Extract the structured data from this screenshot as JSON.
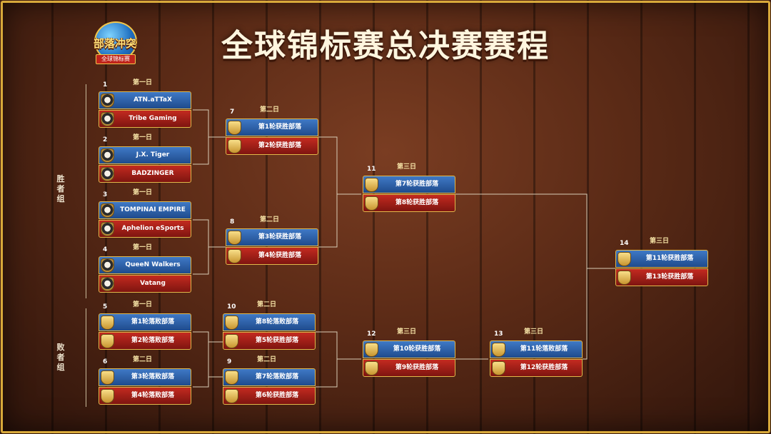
{
  "title": "全球锦标赛总决赛赛程",
  "logo": {
    "main": "部落冲突",
    "ribbon": "全球锦标赛"
  },
  "sides": {
    "winners": "胜者组",
    "losers": "败者组"
  },
  "colors": {
    "frame": "#d8a93a",
    "team_top": "#2d62aa",
    "team_bottom": "#a21f17"
  },
  "matches": [
    {
      "num": "1",
      "day": "第一日",
      "top": "ATN.aTTaX",
      "bottom": "Tribe Gaming",
      "top_icon": "team-logo-icon",
      "bottom_icon": "team-logo-icon"
    },
    {
      "num": "2",
      "day": "第一日",
      "top": "J.X. Tiger",
      "bottom": "BADZINGER",
      "top_icon": "team-logo-icon",
      "bottom_icon": "team-logo-icon"
    },
    {
      "num": "3",
      "day": "第一日",
      "top": "TOMPINAI EMPIRE",
      "bottom": "Aphelion eSports",
      "top_icon": "team-logo-icon",
      "bottom_icon": "team-logo-icon"
    },
    {
      "num": "4",
      "day": "第一日",
      "top": "QueeN Walkers",
      "bottom": "Vatang",
      "top_icon": "team-logo-icon",
      "bottom_icon": "team-logo-icon"
    },
    {
      "num": "5",
      "day": "第一日",
      "top": "第1轮落败部落",
      "bottom": "第2轮落败部落",
      "top_icon": "shield-icon",
      "bottom_icon": "shield-icon"
    },
    {
      "num": "6",
      "day": "第二日",
      "top": "第3轮落败部落",
      "bottom": "第4轮落败部落",
      "top_icon": "shield-icon",
      "bottom_icon": "shield-icon"
    },
    {
      "num": "7",
      "day": "第二日",
      "top": "第1轮获胜部落",
      "bottom": "第2轮获胜部落",
      "top_icon": "shield-icon",
      "bottom_icon": "shield-icon"
    },
    {
      "num": "8",
      "day": "第二日",
      "top": "第3轮获胜部落",
      "bottom": "第4轮获胜部落",
      "top_icon": "shield-icon",
      "bottom_icon": "shield-icon"
    },
    {
      "num": "10",
      "day": "第二日",
      "top": "第8轮落败部落",
      "bottom": "第5轮获胜部落",
      "top_icon": "shield-icon",
      "bottom_icon": "shield-icon"
    },
    {
      "num": "9",
      "day": "第二日",
      "top": "第7轮落败部落",
      "bottom": "第6轮获胜部落",
      "top_icon": "shield-icon",
      "bottom_icon": "shield-icon"
    },
    {
      "num": "11",
      "day": "第三日",
      "top": "第7轮获胜部落",
      "bottom": "第8轮获胜部落",
      "top_icon": "shield-icon",
      "bottom_icon": "shield-icon"
    },
    {
      "num": "12",
      "day": "第三日",
      "top": "第10轮获胜部落",
      "bottom": "第9轮获胜部落",
      "top_icon": "shield-icon",
      "bottom_icon": "shield-icon"
    },
    {
      "num": "13",
      "day": "第三日",
      "top": "第11轮落败部落",
      "bottom": "第12轮获胜部落",
      "top_icon": "shield-icon",
      "bottom_icon": "shield-icon"
    },
    {
      "num": "14",
      "day": "第三日",
      "top": "第11轮获胜部落",
      "bottom": "第13轮获胜部落",
      "top_icon": "shield-icon",
      "bottom_icon": "shield-icon"
    }
  ]
}
